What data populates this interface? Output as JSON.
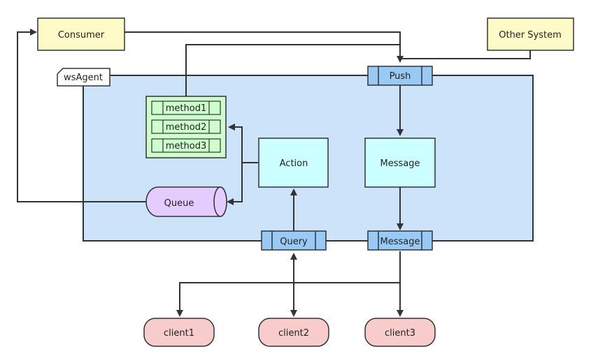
{
  "nodes": {
    "consumer": "Consumer",
    "other_system": "Other System",
    "ws_agent": "wsAgent",
    "push": "Push",
    "methods": [
      "method1",
      "method2",
      "method3"
    ],
    "action": "Action",
    "message": "Message",
    "queue": "Queue",
    "query": "Query",
    "message_port": "Message",
    "clients": [
      "client1",
      "client2",
      "client3"
    ]
  },
  "colors": {
    "agent_bg": "#cce3fa",
    "yellow_box": "#fffbc9",
    "cyan_box": "#ccffff",
    "port": "#99c9f5",
    "method_bg": "#ccffcc",
    "queue": "#e5ccff",
    "client": "#f9cccc",
    "line": "#333333"
  }
}
